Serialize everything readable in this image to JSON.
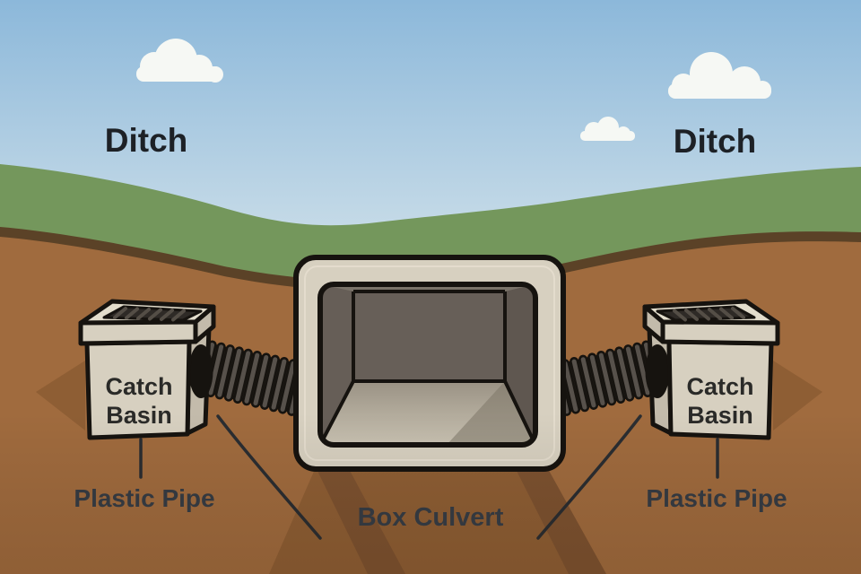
{
  "diagram": {
    "labels": {
      "ditch_left": "Ditch",
      "ditch_right": "Ditch",
      "catch_basin_left_line1": "Catch",
      "catch_basin_left_line2": "Basin",
      "catch_basin_right_line1": "Catch",
      "catch_basin_right_line2": "Basin",
      "plastic_pipe_left": "Plastic Pipe",
      "plastic_pipe_right": "Plastic Pipe",
      "box_culvert": "Box Culvert"
    },
    "colors": {
      "sky_top": "#8cb8da",
      "sky_horizon": "#c8dce8",
      "grass": "#74975c",
      "topsoil_dark": "#5b4227",
      "soil": "#a06b3e",
      "soil_shadow": "#8e5e34",
      "soil_shadow_dark": "#7d5230",
      "concrete": "#d7d0c0",
      "concrete_light": "#e3ddcc",
      "concrete_shade": "#c3bbab",
      "pipe_ridge": "#57514b",
      "pipe_groove": "#2e2a26",
      "interior_wall": "#675f58",
      "interior_side_left": "#665e57",
      "interior_side_right": "#5f5750",
      "interior_ceiling": "#7b746a",
      "interior_floor_back": "#9a9284",
      "interior_floor_front": "#c9c2b2",
      "cloud": "#f6f8f4",
      "outline": "#16130f",
      "leader": "#2a2d31",
      "label_dark": "#1d2126",
      "label_slate": "#33383f",
      "label_basin": "#2a2a28"
    }
  }
}
